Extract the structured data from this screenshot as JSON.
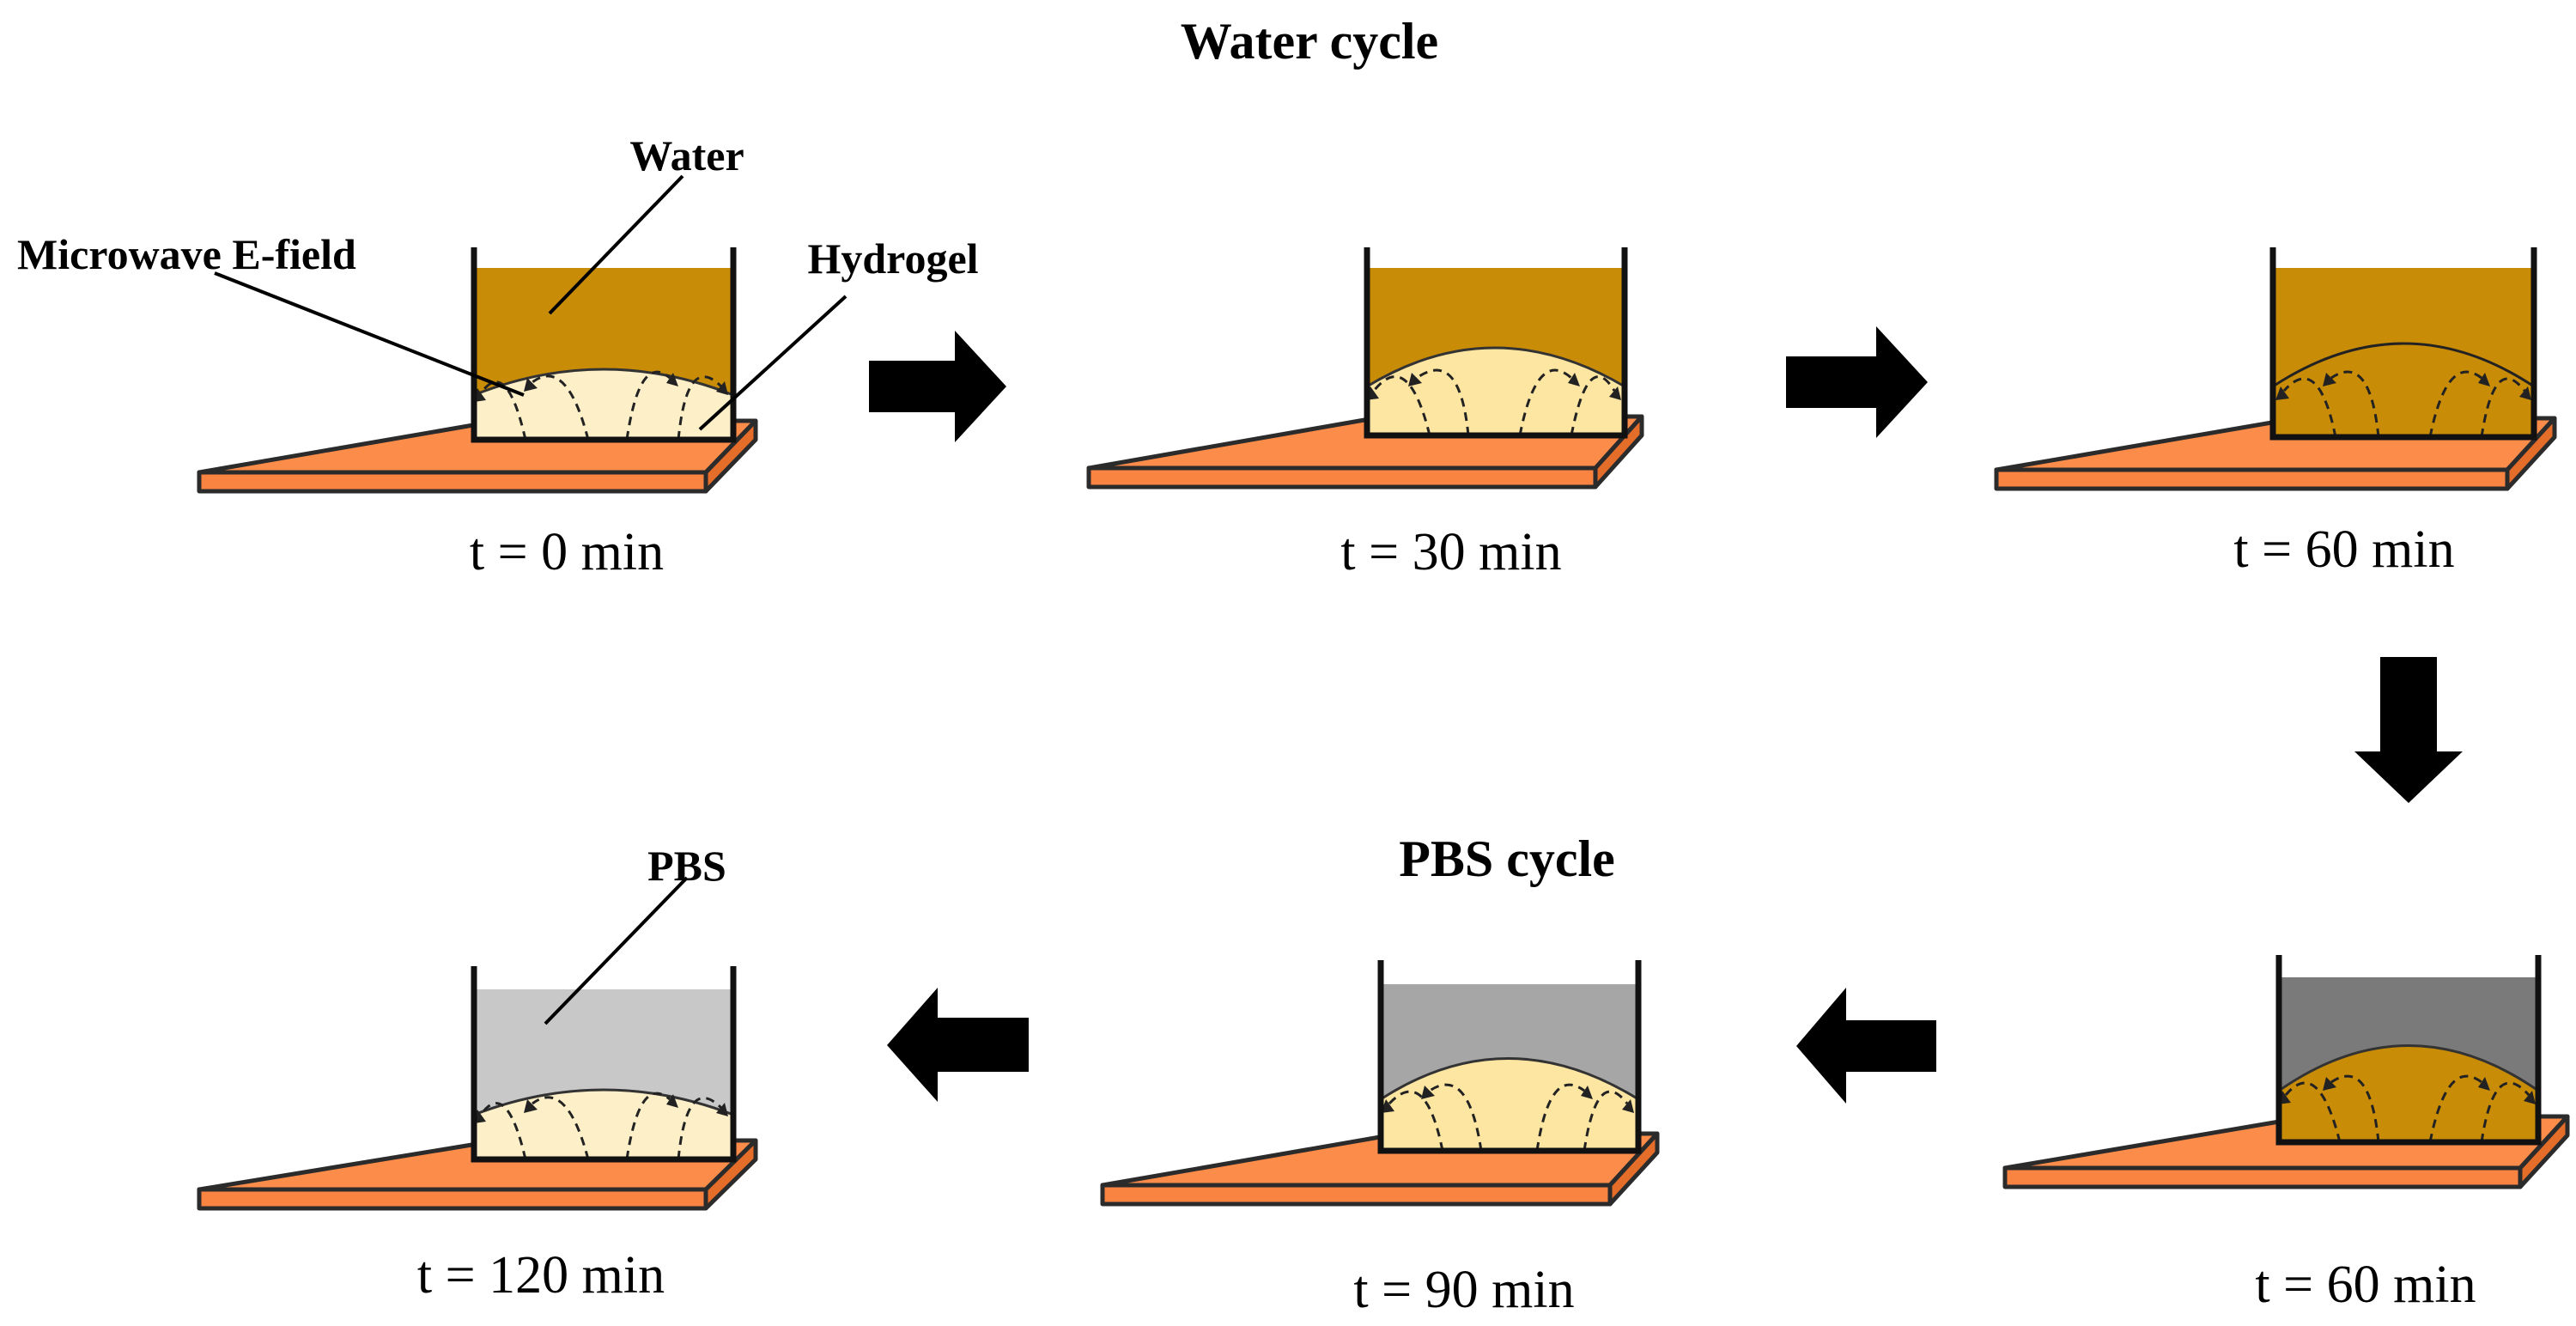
{
  "titles": {
    "water_cycle": "Water cycle",
    "pbs_cycle": "PBS cycle"
  },
  "labels": {
    "water": "Water",
    "microwave_field": "Microwave E-field",
    "hydrogel": "Hydrogel",
    "pbs": "PBS"
  },
  "time_labels": {
    "t0": "t = 0 min",
    "t30": "t = 30 min",
    "t60_top": "t = 60 min",
    "t60_bottom": "t = 60 min",
    "t90": "t = 90 min",
    "t120": "t = 120 min"
  },
  "colors": {
    "water": "#c98c06",
    "hydrogel_swollen": "#fdf0c8",
    "hydrogel_light": "#fde6a2",
    "hydrogel_dark": "#c98c06",
    "pbs_light": "#c8c8c8",
    "pbs_medium": "#a6a6a6",
    "pbs_dark": "#7a7a7a",
    "substrate": "#fb8c4a"
  },
  "icons": {
    "flow_arrow": "block-arrow"
  }
}
